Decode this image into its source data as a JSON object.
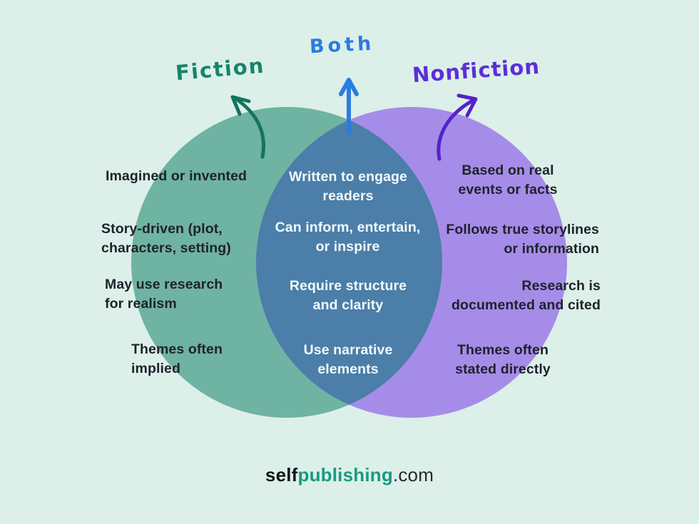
{
  "colors": {
    "background": "#ddefe9",
    "left_circle": "#6fb3a2",
    "right_circle": "#a58ce8",
    "overlap": "#4b7ea8",
    "body_text": "#1e222b",
    "overlap_text": "#f2fafc"
  },
  "diagram": {
    "fiction": {
      "label": "Fiction",
      "color": "#15856a",
      "arrow_color": "#15735f",
      "items": [
        "Imagined or invented",
        "Story-driven (plot,\ncharacters, setting)",
        "May use research\nfor realism",
        "Themes often\nimplied"
      ]
    },
    "both": {
      "label": "Both",
      "color": "#2a7ce1",
      "arrow_color": "#2a7ce1",
      "items": [
        "Written to engage\nreaders",
        "Can inform, entertain,\nor inspire",
        "Require structure\nand clarity",
        "Use narrative\nelements"
      ]
    },
    "nonfiction": {
      "label": "Nonfiction",
      "color": "#5b2ed9",
      "arrow_color": "#5423c9",
      "items": [
        "Based on real\nevents or facts",
        "Follows true storylines\nor information",
        "Research is\ndocumented and cited",
        "Themes often\nstated directly"
      ]
    }
  },
  "footer": {
    "brand_self": "self",
    "brand_publishing": "publishing",
    "brand_tld": ".com",
    "self_color": "#121517",
    "publishing_color": "#189b80",
    "tld_color": "#27292c"
  }
}
